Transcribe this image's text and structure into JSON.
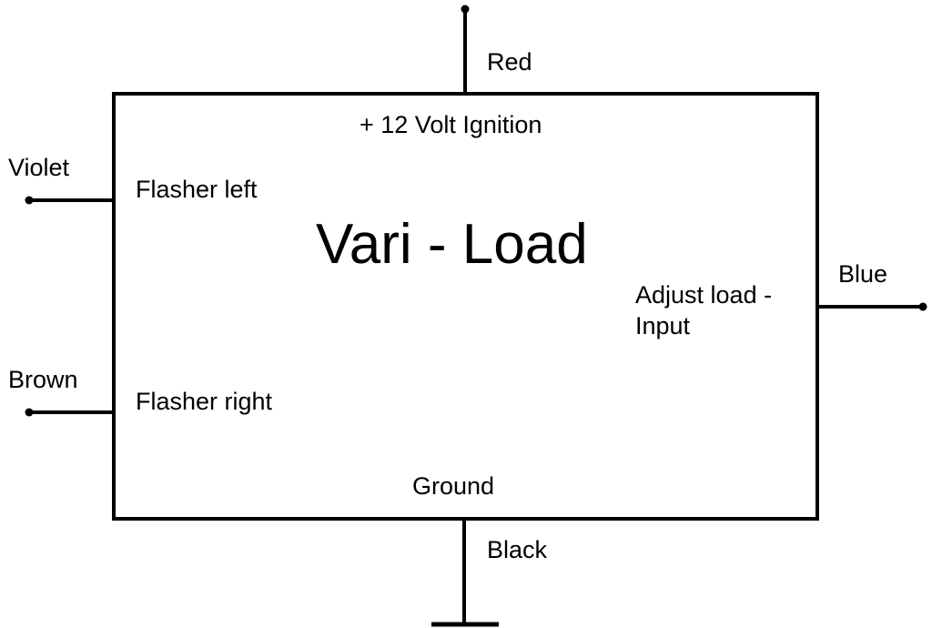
{
  "diagram": {
    "title": "Vari - Load",
    "pins": {
      "top": {
        "function": "+ 12 Volt Ignition",
        "wire_color": "Red"
      },
      "left_1": {
        "function": "Flasher left",
        "wire_color": "Violet"
      },
      "left_2": {
        "function": "Flasher right",
        "wire_color": "Brown"
      },
      "right": {
        "function_line1": "Adjust load -",
        "function_line2": "Input",
        "wire_color": "Blue"
      },
      "bottom": {
        "function": "Ground",
        "wire_color": "Black"
      }
    },
    "colors": {
      "line": "#000000",
      "background": "#ffffff"
    }
  }
}
